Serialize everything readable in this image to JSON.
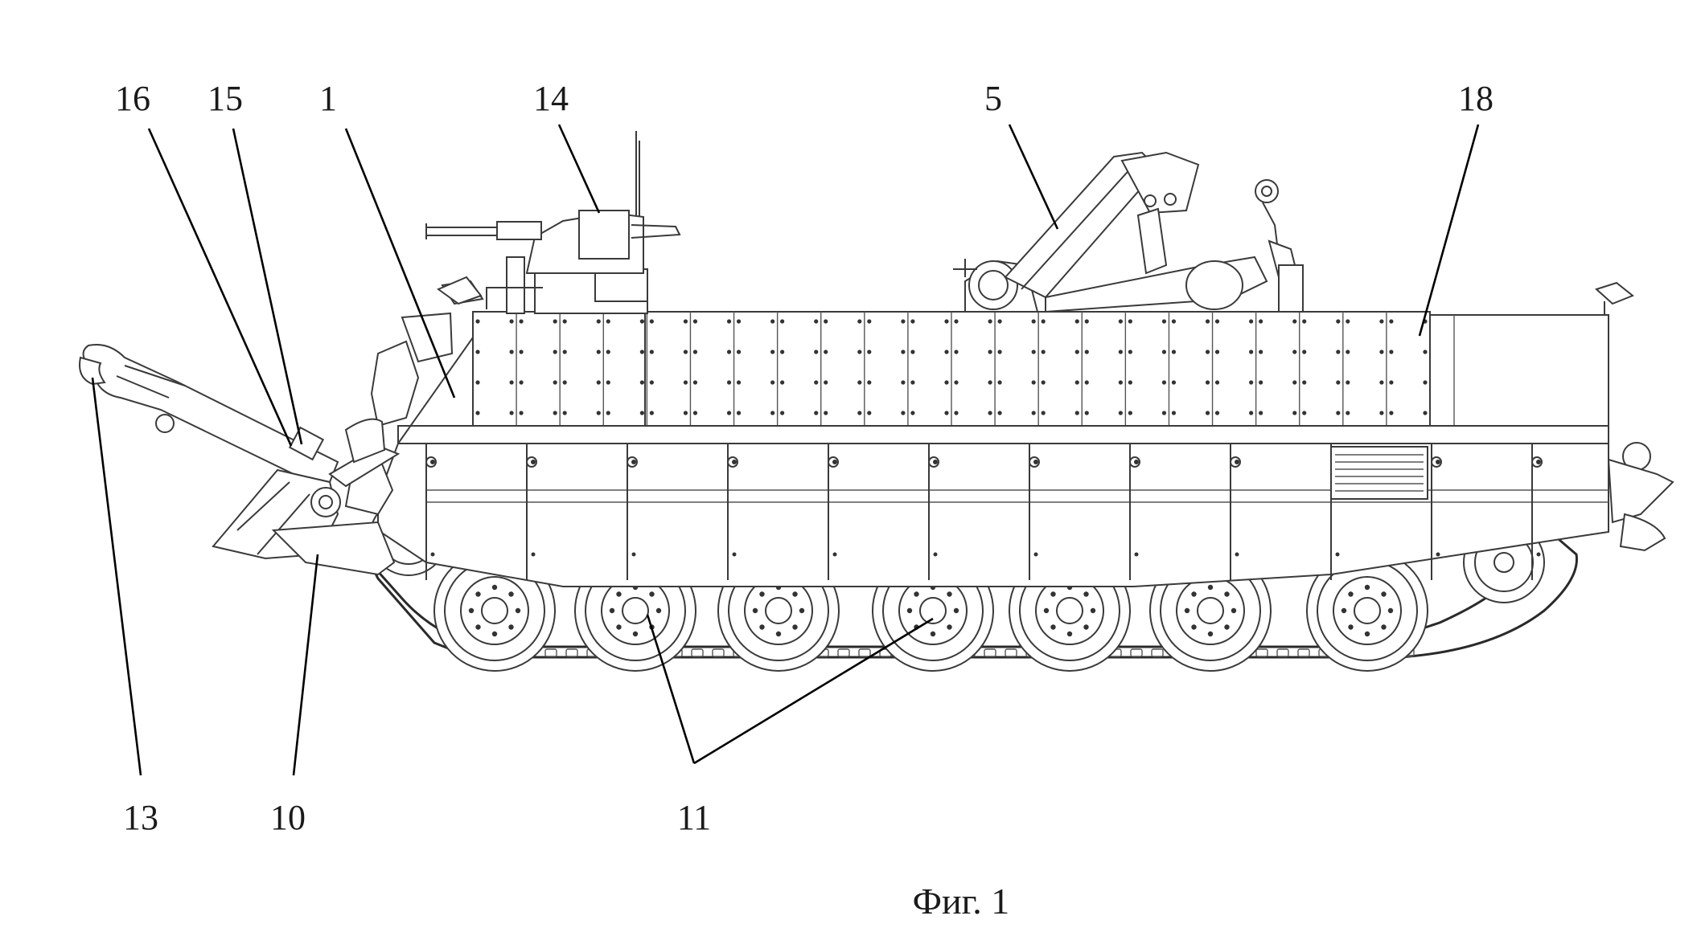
{
  "caption": "Фиг. 1",
  "callouts": {
    "c16": "16",
    "c15": "15",
    "c1": "1",
    "c14": "14",
    "c5": "5",
    "c18": "18",
    "c13": "13",
    "c10": "10",
    "c11": "11"
  }
}
